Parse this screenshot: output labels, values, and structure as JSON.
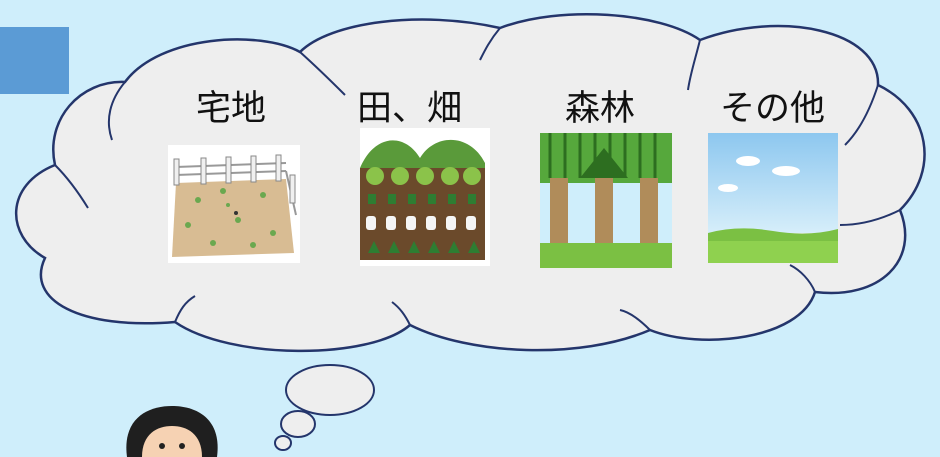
{
  "categories": [
    {
      "id": "takuchi",
      "label": "宅地",
      "icon": "fenced-empty-lot-illustration"
    },
    {
      "id": "ta-hatake",
      "label": "田、畑",
      "icon": "vegetable-field-illustration"
    },
    {
      "id": "shinrin",
      "label": "森林",
      "icon": "forest-trees-illustration"
    },
    {
      "id": "sonota",
      "label": "その他",
      "icon": "grass-field-sky-illustration"
    }
  ],
  "colors": {
    "background": "#cfeefb",
    "accent_tab": "#5b9bd5",
    "cloud_fill": "#eeeeee",
    "cloud_stroke": "#24356b"
  }
}
